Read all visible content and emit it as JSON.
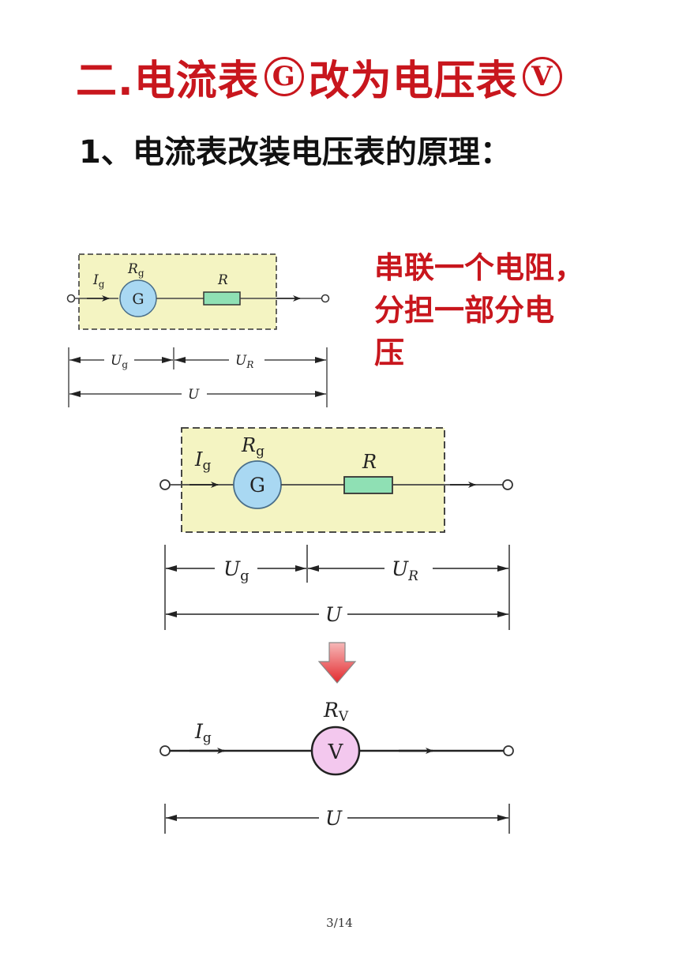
{
  "heading": {
    "prefix": "二.",
    "part1": "电流表",
    "meter_g": "G",
    "part2": "改为电压表",
    "meter_v": "V"
  },
  "subheading": "1、电流表改装电压表的原理：",
  "note": {
    "line1": "串联一个电阻，",
    "line2": "分担一部分电",
    "line3": "压"
  },
  "small_circuit": {
    "current": "I",
    "current_sub": "g",
    "galv_res": "R",
    "galv_res_sub": "g",
    "galv_symbol": "G",
    "resistor": "R",
    "ug": "U",
    "ug_sub": "g",
    "ur": "U",
    "ur_sub": "R",
    "u": "U"
  },
  "large_circuit": {
    "current": "I",
    "current_sub": "g",
    "galv_res": "R",
    "galv_res_sub": "g",
    "galv_symbol": "G",
    "resistor": "R",
    "ug": "U",
    "ug_sub": "g",
    "ur": "U",
    "ur_sub": "R",
    "u": "U"
  },
  "voltmeter_circuit": {
    "current": "I",
    "current_sub": "g",
    "volt_res": "R",
    "volt_res_sub": "V",
    "volt_symbol": "V",
    "u": "U"
  },
  "footer": "3/14",
  "colors": {
    "title_red": "#c8161d",
    "box_fill": "#f4f4c2",
    "galvanometer_fill": "#a9d8f2",
    "resistor_fill": "#8fe0b4",
    "voltmeter_fill": "#f3c8ee",
    "arrow_red": "#e8363a"
  }
}
